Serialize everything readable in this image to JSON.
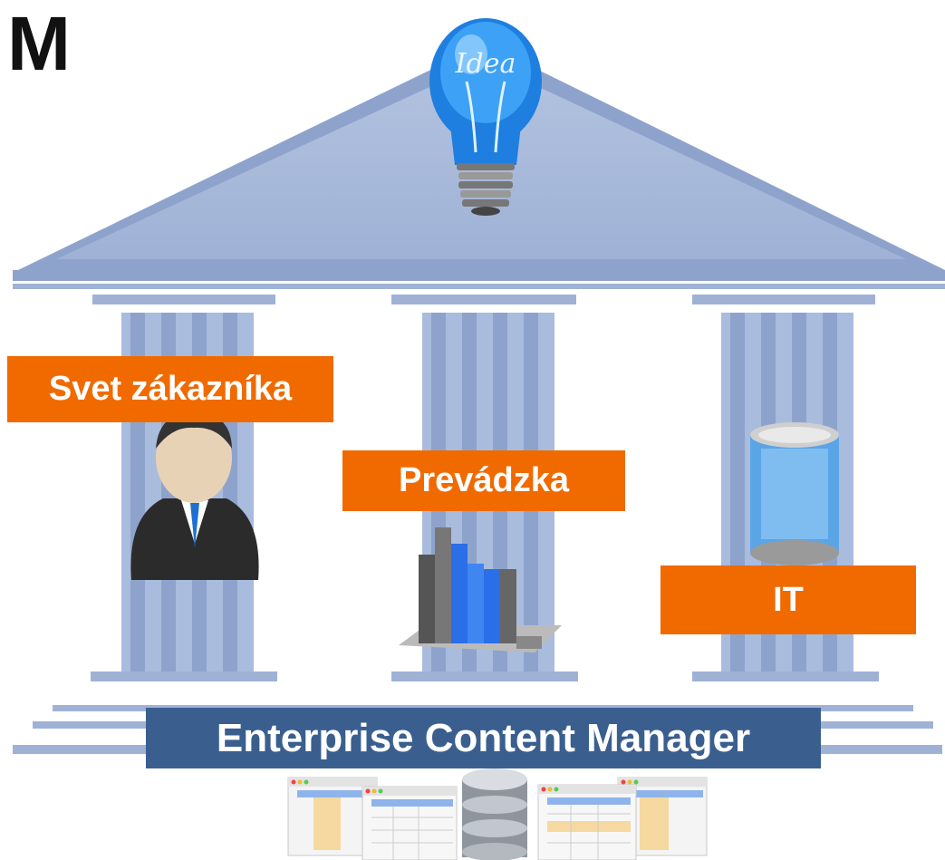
{
  "title": {
    "letter": "M"
  },
  "bulb": {
    "text": "Idea",
    "icon": "lightbulb-icon"
  },
  "pillars": [
    {
      "label": "Svet zákazníka",
      "icon": "businessman-icon"
    },
    {
      "label": "Prevádzka",
      "icon": "bar-chart-icon"
    },
    {
      "label": "IT",
      "icon": "database-cylinder-icon"
    }
  ],
  "base": {
    "label": "Enterprise Content Manager"
  },
  "footer_icons": [
    "spreadsheet-window-icon",
    "spreadsheet-window-icon",
    "database-stack-icon",
    "spreadsheet-window-icon",
    "spreadsheet-window-icon"
  ],
  "colors": {
    "accent": "#f06a00",
    "temple": "#9fb2d6",
    "temple_dark": "#8399c6",
    "base_band": "#3a5f8f"
  }
}
